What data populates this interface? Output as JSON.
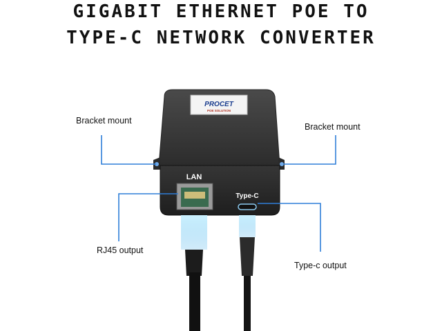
{
  "heading": {
    "line1": "Gigabit Ethernet POE to",
    "line2": "Type-C Network Converter"
  },
  "device": {
    "brand": "PROCET",
    "brand_sub": "POE SOLUTION",
    "lan_label": "LAN",
    "typec_label": "Type-C"
  },
  "callouts": {
    "bracket_left": "Bracket mount",
    "bracket_right": "Bracket mount",
    "rj45": "RJ45 output",
    "typec": "Type-c output"
  },
  "colors": {
    "leader_line": "#2f7ed8",
    "device_body": "#3a3a3a",
    "glow": "#9fdcff"
  }
}
